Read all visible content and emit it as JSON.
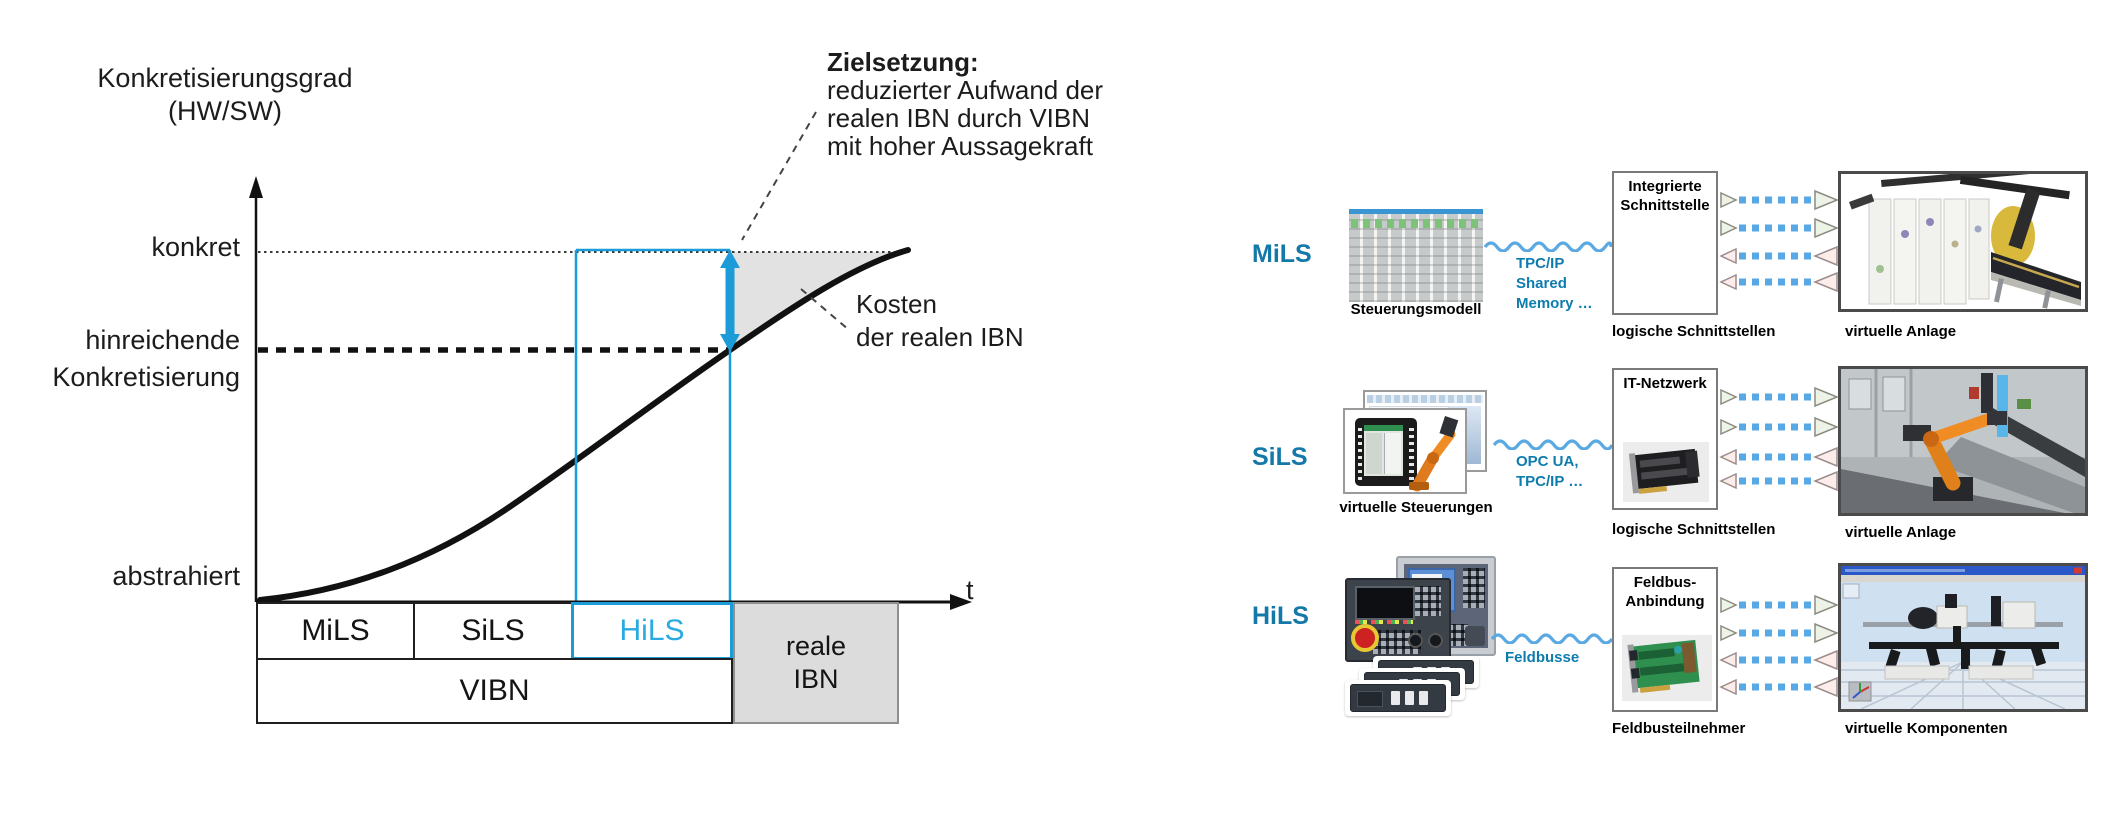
{
  "colors": {
    "accent_cyan": "#1B9CD8",
    "hils_text_cyan": "#29ABE2",
    "row_label_blue": "#1478A8",
    "conn_text_blue": "#0E7CAD",
    "wave_blue": "#5AA9E2",
    "arrow_dash_blue": "#58A8E6",
    "real_ibn_gray": "#DCDCDC",
    "shaded_area_gray": "#E2E2E2"
  },
  "chart": {
    "title_line1": "Konkretisierungsgrad",
    "title_line2": "(HW/SW)",
    "y_label_top": "konkret",
    "y_label_mid_line1": "hinreichende",
    "y_label_mid_line2": "Konkretisierung",
    "y_label_bottom": "abstrahiert",
    "x_axis_label": "t",
    "goal_note_title": "Zielsetzung:",
    "goal_note_line1": "reduzierter Aufwand der",
    "goal_note_line2": "realen IBN durch VIBN",
    "goal_note_line3": "mit hoher Aussagekraft",
    "cost_note_line1": "Kosten",
    "cost_note_line2": "der realen IBN",
    "bands": {
      "mils": "MiLS",
      "sils": "SiLS",
      "hils": "HiLS",
      "vibn": "VIBN",
      "real_line1": "reale",
      "real_line2": "IBN"
    }
  },
  "diagram": {
    "rows": [
      {
        "label": "MiLS",
        "left_caption": "Steuerungsmodell",
        "conn_lines": [
          "TPC/IP",
          "Shared",
          "Memory …"
        ],
        "box_title_lines": [
          "Integrierte",
          "Schnittstelle"
        ],
        "box_caption": "logische Schnittstellen",
        "right_caption": "virtuelle Anlage"
      },
      {
        "label": "SiLS",
        "left_caption": "virtuelle Steuerungen",
        "conn_lines": [
          "OPC UA,",
          "TPC/IP …"
        ],
        "box_title_lines": [
          "IT-Netzwerk"
        ],
        "box_caption": "logische Schnittstellen",
        "right_caption": "virtuelle Anlage"
      },
      {
        "label": "HiLS",
        "conn_lines": [
          "Feldbusse"
        ],
        "box_title_lines": [
          "Feldbus-",
          "Anbindung"
        ],
        "box_caption": "Feldbusteilnehmer",
        "right_caption": "virtuelle Komponenten"
      }
    ]
  }
}
